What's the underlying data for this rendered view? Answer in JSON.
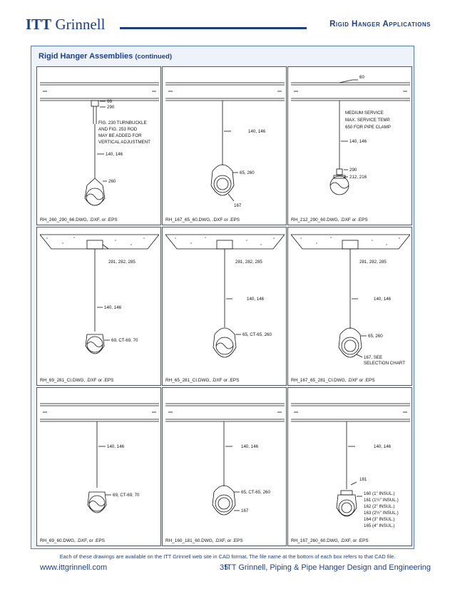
{
  "header": {
    "brand_bold": "ITT",
    "brand_rest": "Grinnell",
    "section": "Rigid Hanger Applications"
  },
  "panel": {
    "title": "Rigid Hanger Assemblies",
    "title_suffix": "(continued)"
  },
  "drawings": [
    {
      "filename": "RH_260_290_66.DWG, .DXF, or .EPS",
      "callouts": [
        "66",
        "290",
        "FIG. 230 TURNBUCKLE",
        "AND FIG. 253 ROD",
        "MAY BE ADDED FOR",
        "VERTICAL ADJUSTMENT",
        "140, 146",
        "260"
      ]
    },
    {
      "filename": "RH_167_65_60.DWG, .DXF or .EPS",
      "callouts": [
        "140, 146",
        "65, 260",
        "167"
      ]
    },
    {
      "filename": "RH_212_290_60.DWG, .DXF or .EPS",
      "callouts": [
        "60",
        "MEDIUM SERVICE",
        "MAX. SERVICE TEMP.",
        "650 FOR PIPE CLAMP",
        "140, 146",
        "290",
        "212, 216"
      ]
    },
    {
      "filename": "RH_69_281_CI.DWG, .DXF or .EPS",
      "callouts": [
        "281, 282, 285",
        "140, 146",
        "69, CT-69, 70"
      ]
    },
    {
      "filename": "RH_65_281_CI.DWG, .DXF or .EPS",
      "callouts": [
        "281, 282, 285",
        "140, 146",
        "65, CT-65, 260"
      ]
    },
    {
      "filename": "RH_167_65_281_CI.DWG, .DXF or .EPS",
      "callouts": [
        "281, 282, 285",
        "140, 146",
        "65, 260",
        "167, SEE",
        "SELECTION CHART"
      ]
    },
    {
      "filename": "RH_69_60.DWG, .DXF, or .EPS",
      "callouts": [
        "140, 146",
        "69, CT-69, 70"
      ]
    },
    {
      "filename": "RH_160_181_60.DWG, .DXF, or .EPS",
      "callouts": [
        "140, 146",
        "65, CT-65, 260",
        "167"
      ]
    },
    {
      "filename": "RH_167_260_60.DWG, .DXF, or .EPS",
      "callouts": [
        "140, 146",
        "181",
        "160 (1\" INSUL.)",
        "161 (1½\" INSUL.)",
        "162 (2\" INSUL.)",
        "163 (2½\" INSUL.)",
        "164 (3\" INSUL.)",
        "165 (4\" INSUL.)"
      ]
    }
  ],
  "footnote": "Each of these drawings are available on the ITT Grinnell web site in CAD format. The file name at the bottom of each box refers to that CAD file.",
  "footer": {
    "website": "www.ittgrinnell.com",
    "page": "35",
    "publication": "ITT Grinnell, Piping & Pipe Hanger Design and Engineering"
  }
}
